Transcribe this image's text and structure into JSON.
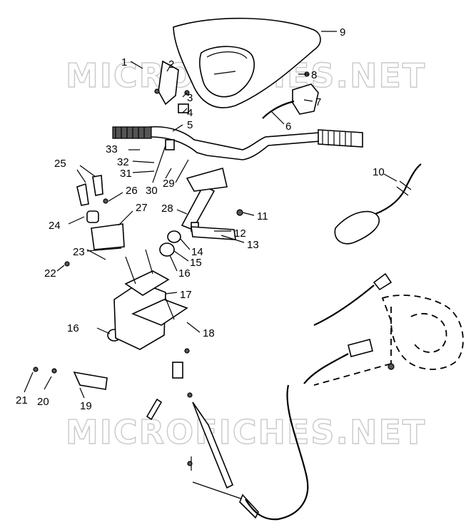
{
  "watermarks": [
    "MICROFICHES.NET",
    "MICROFICHES.NET"
  ],
  "callouts": [
    "1",
    "2",
    "3",
    "4",
    "5",
    "6",
    "7",
    "8",
    "9",
    "10",
    "11",
    "12",
    "13",
    "14",
    "15",
    "16",
    "16",
    "17",
    "18",
    "19",
    "20",
    "21",
    "22",
    "23",
    "24",
    "25",
    "26",
    "27",
    "28",
    "29",
    "30",
    "31",
    "32",
    "33"
  ]
}
